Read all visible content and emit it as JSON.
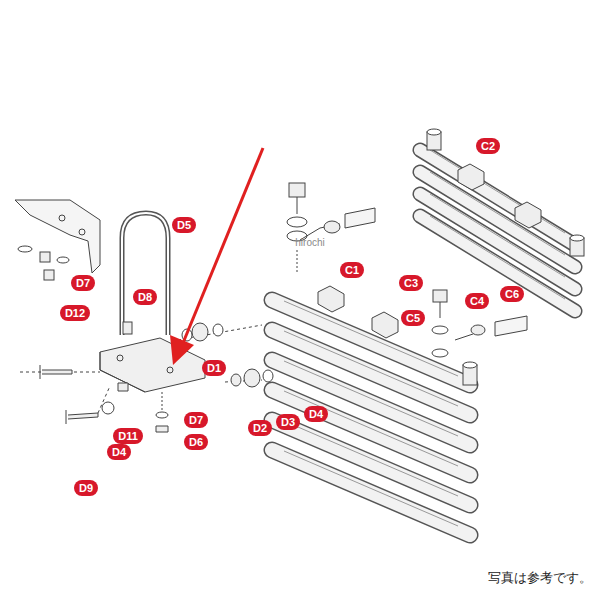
{
  "diagram": {
    "labels": [
      "C2",
      "D5",
      "hirochi",
      "D7",
      "C1",
      "C3",
      "C4",
      "C6",
      "D8",
      "C5",
      "D12",
      "D1",
      "D7",
      "D9",
      "D4",
      "D11",
      "D6",
      "D2",
      "D3",
      "D4",
      "写真は参考です。"
    ]
  }
}
